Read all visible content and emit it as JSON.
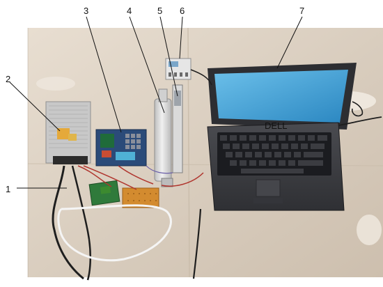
{
  "figure": {
    "callouts": [
      {
        "id": "1",
        "text": "1"
      },
      {
        "id": "2",
        "text": "2"
      },
      {
        "id": "3",
        "text": "3"
      },
      {
        "id": "4",
        "text": "4"
      },
      {
        "id": "5",
        "text": "5"
      },
      {
        "id": "6",
        "text": "6"
      },
      {
        "id": "7",
        "text": "7"
      }
    ],
    "laptop_badge": "DELL"
  },
  "colors": {
    "floor": "#d9cdbf",
    "floor_light": "#efe6dc",
    "laptop_body": "#3d3e42",
    "laptop_screen": "#4aa6d8",
    "power_supply": "#bdbdbd",
    "pcb_green": "#2f7a3b",
    "wire_red": "#b0362f",
    "wire_black": "#1e1e1e",
    "wire_white": "#f3f3f3",
    "actuator": "#d7d7d7",
    "label_line": "#111111"
  }
}
